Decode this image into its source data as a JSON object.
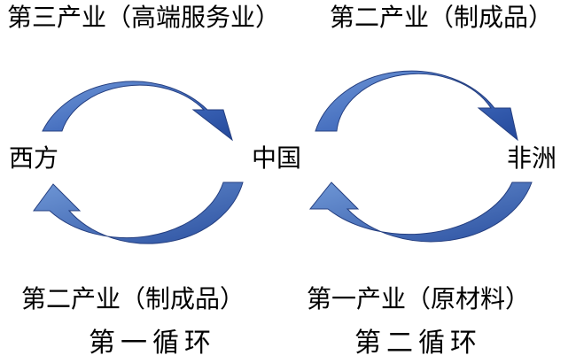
{
  "colors": {
    "arrow_light": "#6f97d6",
    "arrow_dark": "#2d55a6",
    "arrow_edge": "#253f80",
    "text": "#000000"
  },
  "loop1": {
    "top_label": "第三产业（高端服务业）",
    "bottom_label": "第二产业（制成品）",
    "left_node": "西方",
    "right_node": "中国",
    "caption": "第一循环"
  },
  "loop2": {
    "top_label": "第二产业（制成品）",
    "bottom_label": "第一产业（原材料）",
    "right_node": "非洲",
    "caption": "第二循环"
  }
}
